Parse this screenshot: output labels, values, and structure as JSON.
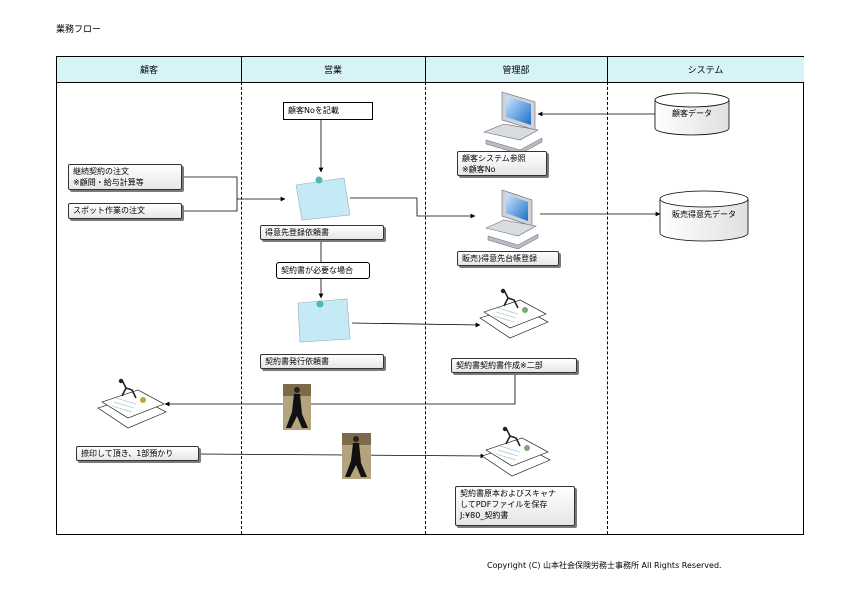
{
  "title": "業務フロー",
  "lanes": [
    "顧客",
    "営業",
    "管理部",
    "システム"
  ],
  "nodes": {
    "customer_no_record": "顧客Noを記載",
    "customer_system_ref": "顧客システム参照\n※顧客No",
    "customer_data": "顧客データ",
    "continuous_order": "継続契約の注文\n※顧問・給与計算等",
    "spot_order": "スポット作業の注文",
    "client_registration_request": "得意先登録依頼書",
    "sales_client_ledger": "販売)得意先台帳登録",
    "sales_client_data": "販売得意先データ",
    "if_contract_needed": "契約書が必要な場合",
    "contract_issue_request": "契約書発行依頼書",
    "contract_creation": "契約書契約書作成※二部",
    "seal_return": "捺印して頂き、1部預かり",
    "contract_scan_save": "契約書原本およびスキャナ\nしてPDFファイルを保存\nJ:¥80_契約書"
  },
  "copyright": "Copyright (C) 山本社会保険労務士事務所 All Rights Reserved."
}
